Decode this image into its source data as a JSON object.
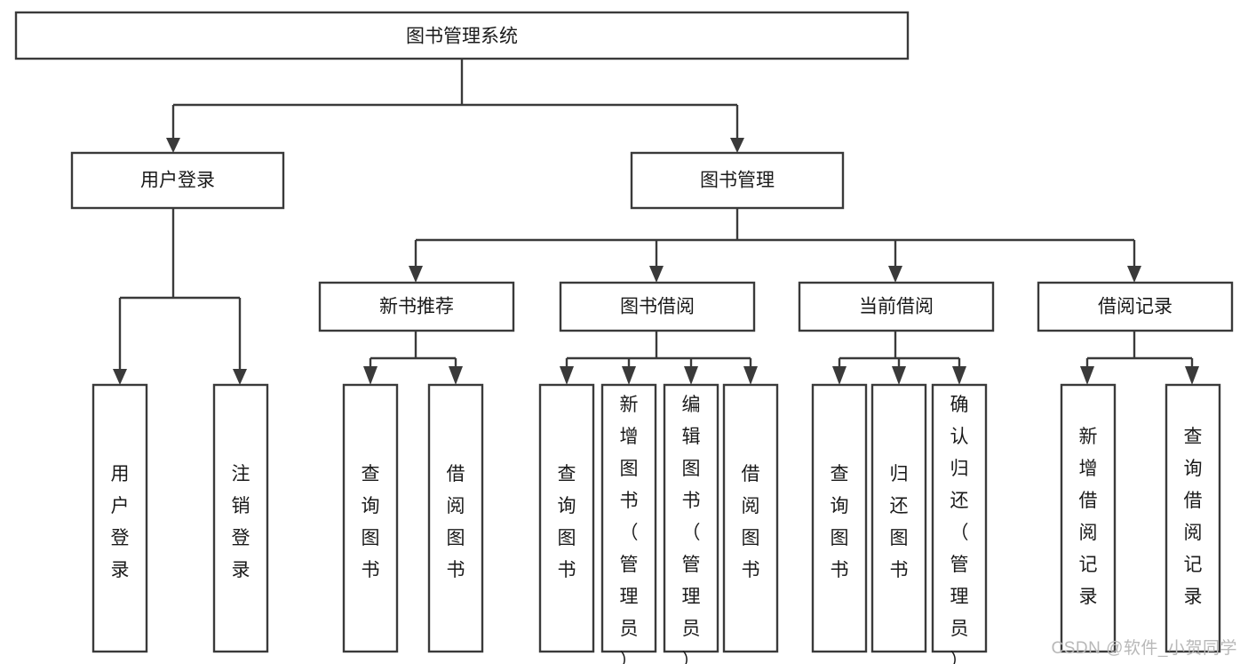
{
  "diagram": {
    "type": "tree",
    "title": "图书管理系统",
    "orientation": "top-down",
    "watermark": "CSDN @软件_小贺同学",
    "colors": {
      "box_stroke": "#3a3a3a",
      "box_fill": "#ffffff",
      "edge": "#3a3a3a",
      "text": "#1a1a1a",
      "watermark": "#b8b8b8",
      "background": "#ffffff"
    },
    "nodes": {
      "root": {
        "label": "图书管理系统",
        "level": 0,
        "orientation": "horizontal"
      },
      "l1": [
        {
          "label": "用户登录",
          "level": 1,
          "orientation": "horizontal"
        },
        {
          "label": "图书管理",
          "level": 1,
          "orientation": "horizontal"
        }
      ],
      "l2": [
        {
          "label": "新书推荐",
          "level": 2,
          "orientation": "horizontal"
        },
        {
          "label": "图书借阅",
          "level": 2,
          "orientation": "horizontal"
        },
        {
          "label": "当前借阅",
          "level": 2,
          "orientation": "horizontal"
        },
        {
          "label": "借阅记录",
          "level": 2,
          "orientation": "horizontal"
        }
      ],
      "leaves": [
        {
          "label": "用户登录",
          "parent": "用户登录",
          "orientation": "vertical"
        },
        {
          "label": "注销登录",
          "parent": "用户登录",
          "orientation": "vertical"
        },
        {
          "label": "查询图书",
          "parent": "新书推荐",
          "orientation": "vertical"
        },
        {
          "label": "借阅图书",
          "parent": "新书推荐",
          "orientation": "vertical"
        },
        {
          "label": "查询图书",
          "parent": "图书借阅",
          "orientation": "vertical"
        },
        {
          "label": "新增图书（管理员）",
          "parent": "图书借阅",
          "orientation": "vertical"
        },
        {
          "label": "编辑图书（管理员）",
          "parent": "图书借阅",
          "orientation": "vertical"
        },
        {
          "label": "借阅图书",
          "parent": "图书借阅",
          "orientation": "vertical"
        },
        {
          "label": "查询图书",
          "parent": "当前借阅",
          "orientation": "vertical"
        },
        {
          "label": "归还图书",
          "parent": "当前借阅",
          "orientation": "vertical"
        },
        {
          "label": "确认归还（管理员）",
          "parent": "当前借阅",
          "orientation": "vertical"
        },
        {
          "label": "新增借阅记录",
          "parent": "借阅记录",
          "orientation": "vertical"
        },
        {
          "label": "查询借阅记录",
          "parent": "借阅记录",
          "orientation": "vertical"
        }
      ]
    }
  }
}
